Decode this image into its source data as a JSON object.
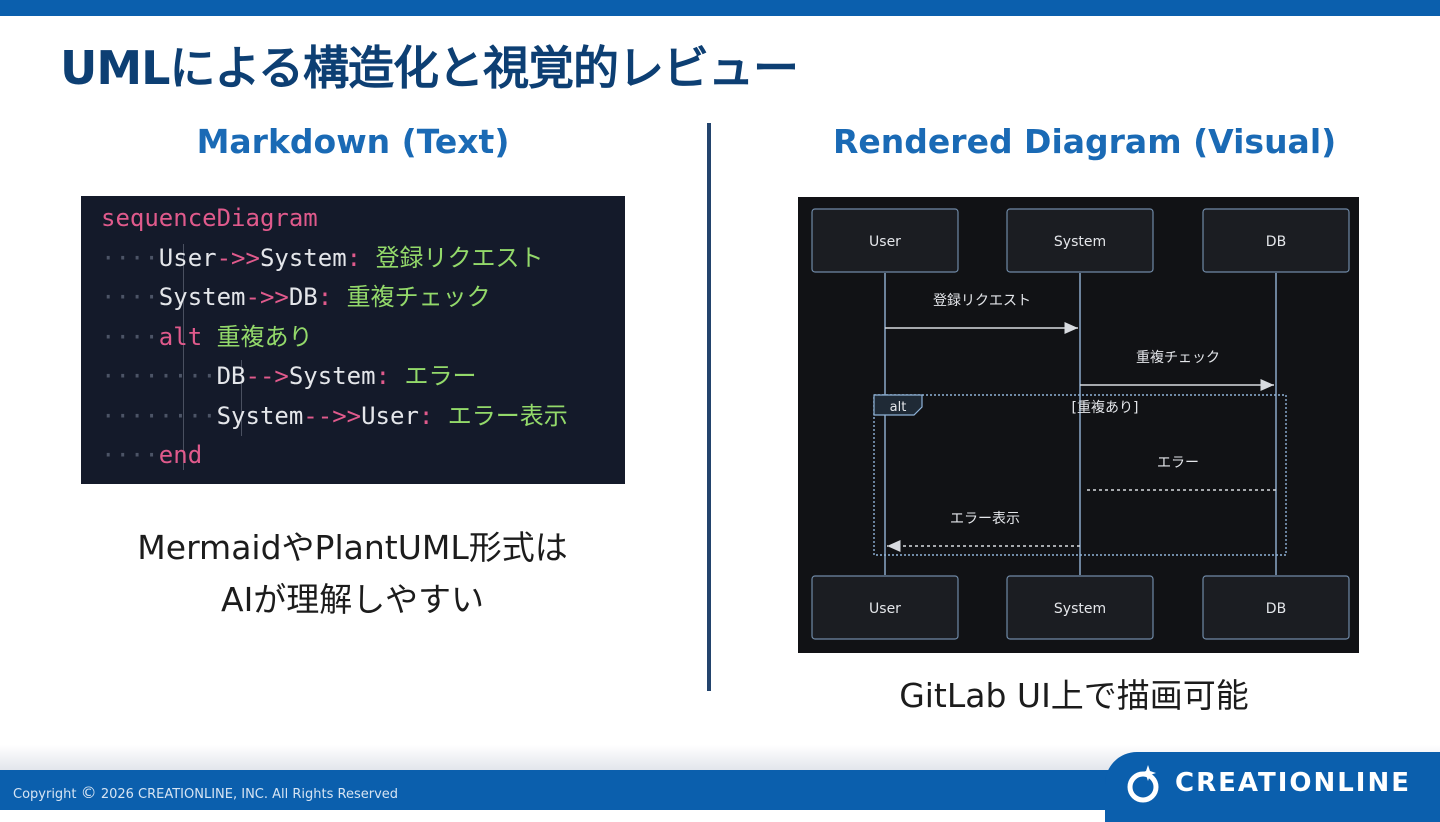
{
  "slide": {
    "title": "UMLによる構造化と視覚的レビュー"
  },
  "left": {
    "heading": "Markdown (Text)",
    "code_lines": [
      {
        "indent": "",
        "tokens": [
          {
            "t": "kw",
            "v": "sequenceDiagram"
          }
        ]
      },
      {
        "indent": "····",
        "tokens": [
          {
            "t": "id",
            "v": "User"
          },
          {
            "t": "op",
            "v": "->>"
          },
          {
            "t": "id",
            "v": "System"
          },
          {
            "t": "op",
            "v": ":"
          },
          {
            "t": "jp",
            "v": " 登録リクエスト"
          }
        ]
      },
      {
        "indent": "····",
        "tokens": [
          {
            "t": "id",
            "v": "System"
          },
          {
            "t": "op",
            "v": "->>"
          },
          {
            "t": "id",
            "v": "DB"
          },
          {
            "t": "op",
            "v": ":"
          },
          {
            "t": "jp",
            "v": " 重複チェック"
          }
        ]
      },
      {
        "indent": "····",
        "tokens": [
          {
            "t": "kw",
            "v": "alt"
          },
          {
            "t": "jp",
            "v": " 重複あり"
          }
        ]
      },
      {
        "indent": "········",
        "tokens": [
          {
            "t": "id",
            "v": "DB"
          },
          {
            "t": "op",
            "v": "-->"
          },
          {
            "t": "id",
            "v": "System"
          },
          {
            "t": "op",
            "v": ":"
          },
          {
            "t": "jp",
            "v": " エラー"
          }
        ]
      },
      {
        "indent": "········",
        "tokens": [
          {
            "t": "id",
            "v": "System"
          },
          {
            "t": "op",
            "v": "-->>"
          },
          {
            "t": "id",
            "v": "User"
          },
          {
            "t": "op",
            "v": ":"
          },
          {
            "t": "jp",
            "v": " エラー表示"
          }
        ]
      },
      {
        "indent": "····",
        "tokens": [
          {
            "t": "kw",
            "v": "end"
          }
        ]
      }
    ],
    "caption_line1": "MermaidやPlantUML形式は",
    "caption_line2": "AIが理解しやすい"
  },
  "right": {
    "heading": "Rendered Diagram (Visual)",
    "participants": [
      "User",
      "System",
      "DB"
    ],
    "messages": [
      {
        "from": 0,
        "to": 1,
        "text": "登録リクエスト",
        "style": "solid"
      },
      {
        "from": 1,
        "to": 2,
        "text": "重複チェック",
        "style": "solid"
      },
      {
        "from": 2,
        "to": 1,
        "text": "エラー",
        "style": "dotted"
      },
      {
        "from": 1,
        "to": 0,
        "text": "エラー表示",
        "style": "dotted"
      }
    ],
    "alt_label": "alt",
    "alt_condition": "[重複あり]",
    "caption": "GitLab UI上で描画可能"
  },
  "footer": {
    "copyright_pre": "Copyright",
    "copyright_symbol": "©",
    "copyright_text": "2026 CREATIONLINE, INC. All Rights Reserved",
    "brand": "CREATIONLINE",
    "brand_icon": "creationline-logo-icon"
  },
  "colors": {
    "primary_blue": "#0b5fad",
    "title_navy": "#0d3f73",
    "heading_blue": "#1a6ab5",
    "code_bg": "#141a2a",
    "diagram_bg": "#111215"
  }
}
